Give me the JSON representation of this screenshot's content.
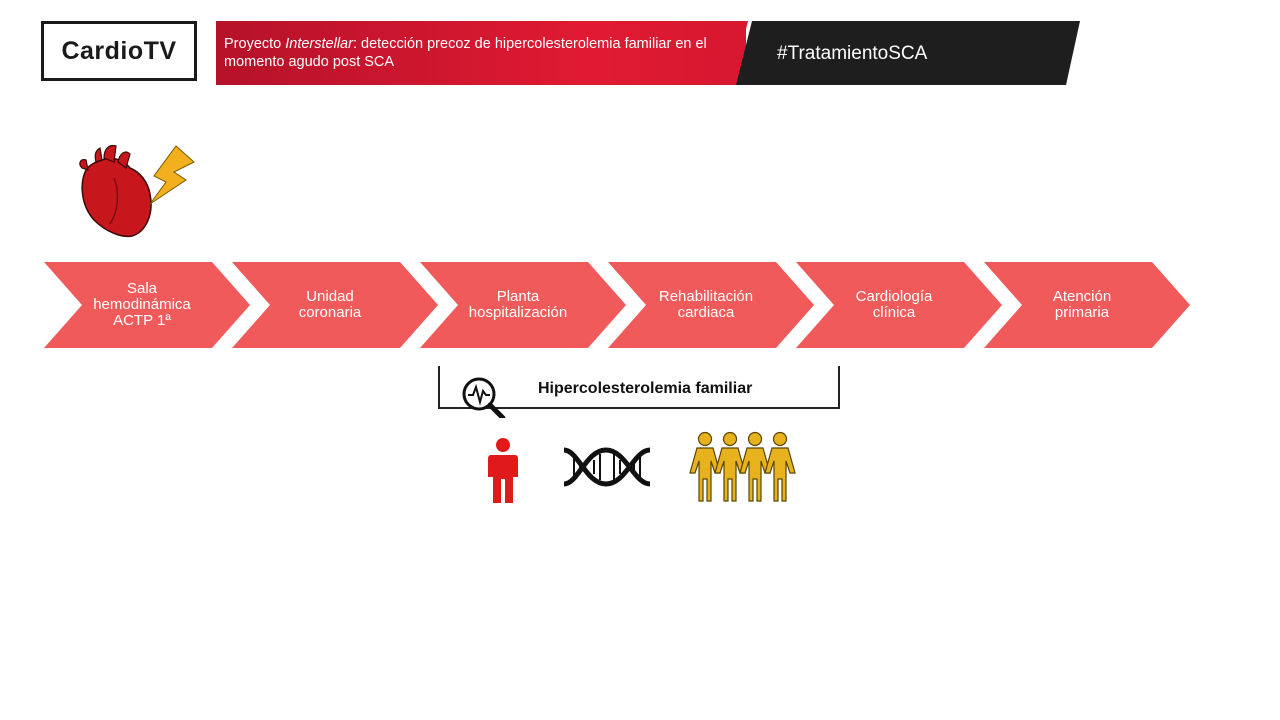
{
  "header": {
    "logo": "CardioTV",
    "title_prefix": "Proyecto ",
    "title_italic": "Interstellar",
    "title_rest": ": detección precoz de hipercolesterolemia familiar en el momento agudo post SCA",
    "hashtag": "#TratamientoSCA"
  },
  "steps": [
    {
      "label": "Sala\nhemodinámica\nACTP 1ª"
    },
    {
      "label": "Unidad\ncoronaria"
    },
    {
      "label": "Planta\nhospitalización"
    },
    {
      "label": "Rehabilitación\ncardiaca"
    },
    {
      "label": "Cardiología\nclínica"
    },
    {
      "label": "Atención\nprimaria"
    }
  ],
  "focus": {
    "label": "Hipercolesterolemia familiar"
  },
  "icons": [
    "heart-lightning-icon",
    "magnifier-ecg-icon",
    "person-icon",
    "dna-icon",
    "family-icon"
  ],
  "colors": {
    "step_fill": "#f05a5a",
    "banner_red": "#d9182d",
    "banner_dark": "#1e1e1e",
    "heart": "#c8161d",
    "lightning": "#f2b01e",
    "family": "#e8b21f",
    "person": "#e01a1a"
  }
}
